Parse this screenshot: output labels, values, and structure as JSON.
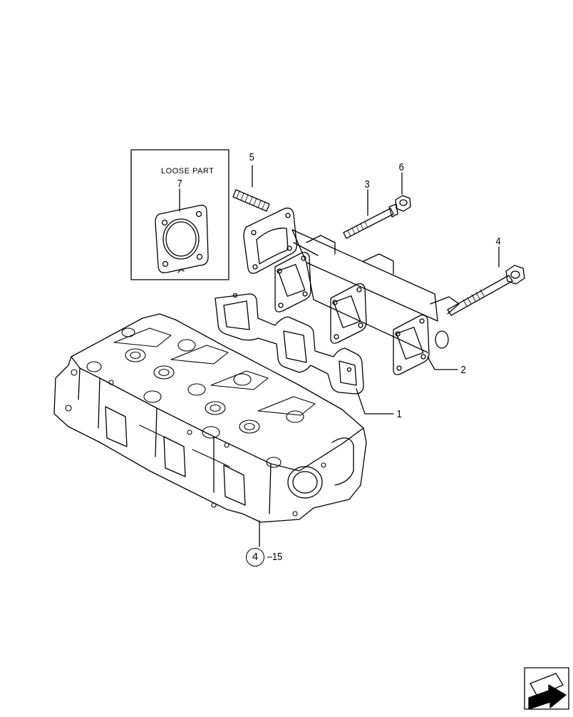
{
  "loose_part": {
    "label": "LOOSE PART",
    "item": "7"
  },
  "callouts": {
    "gasket_item": "1",
    "manifold_item": "2",
    "bolt_item": "3",
    "long_bolt_item": "4",
    "stud_item": "5",
    "nut_item": "6"
  },
  "reference": {
    "circle_number": "4",
    "suffix": "–15"
  },
  "icons": {
    "nav": "page-turn-arrow-icon"
  },
  "colors": {
    "line": "#000000",
    "background": "#ffffff"
  }
}
